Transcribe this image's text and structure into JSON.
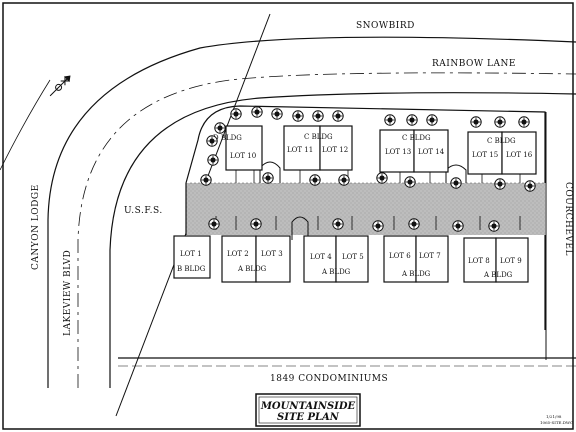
{
  "roads": {
    "snowbird": "SNOWBIRD",
    "rainbow_lane": "RAINBOW LANE",
    "canyon_lodge": "CANYON LODGE",
    "lakeview_blvd": "LAKEVIEW BLVD",
    "usfs": "U.S.F.S.",
    "courchevel": "COURCHEVEL",
    "condominiums": "1849 CONDOMINIUMS"
  },
  "title": {
    "line1": "MOUNTAINSIDE",
    "line2": "SITE PLAN"
  },
  "stamp": {
    "line1": "1/21/98",
    "line2": "1065-SITE.DWG"
  },
  "buildings": {
    "d": "D BLDG",
    "c1": "C BLDG",
    "c2": "C BLDG",
    "c3": "C BLDG",
    "b": "B BLDG",
    "a1": "A BLDG",
    "a2": "A BLDG",
    "a3": "A BLDG",
    "a4": "A BLDG"
  },
  "lots": {
    "lot1": "LOT 1",
    "lot2": "LOT 2",
    "lot3": "LOT 3",
    "lot4": "LOT 4",
    "lot5": "LOT 5",
    "lot6": "LOT 6",
    "lot7": "LOT 7",
    "lot8": "LOT 8",
    "lot9": "LOT 9",
    "lot10": "LOT 10",
    "lot11": "LOT 11",
    "lot12": "LOT 12",
    "lot13": "LOT 13",
    "lot14": "LOT 14",
    "lot15": "LOT 15",
    "lot16": "LOT 16"
  },
  "icons": {
    "north_arrow": "north-arrow-icon",
    "tree": "tree-icon"
  }
}
